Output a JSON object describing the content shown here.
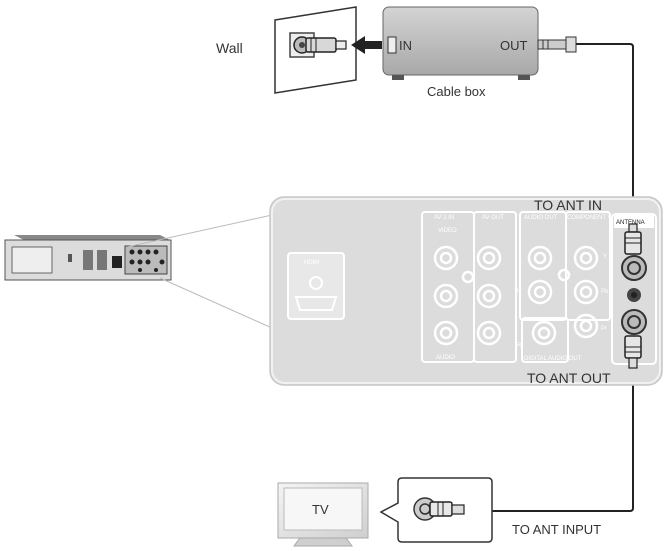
{
  "labels": {
    "wall": "Wall",
    "cable_box": "Cable box",
    "port_in": "IN",
    "port_out": "OUT",
    "to_ant_in": "TO ANT IN",
    "to_ant_out": "TO ANT OUT",
    "to_ant_input": "TO ANT INPUT",
    "tv": "TV"
  },
  "panel_labels": {
    "hdmi": "HDMI",
    "av1_in": "AV 1 IN",
    "av_out": "AV OUT",
    "audio_out": "AUDIO OUT",
    "component_video_out": "COMPONENT VIDEO OUT",
    "antenna": "ANTENNA",
    "digital_audio_out": "DIGITAL AUDIO OUT",
    "video": "VIDEO",
    "audio": "AUDIO",
    "l": "L",
    "r": "R",
    "y": "Y",
    "pb": "Pb",
    "pr": "Pr"
  },
  "colors": {
    "cable": "#222222",
    "panel_fill": "#dcdcdc",
    "panel_stroke": "#c8c8c8",
    "label": "#333333"
  }
}
